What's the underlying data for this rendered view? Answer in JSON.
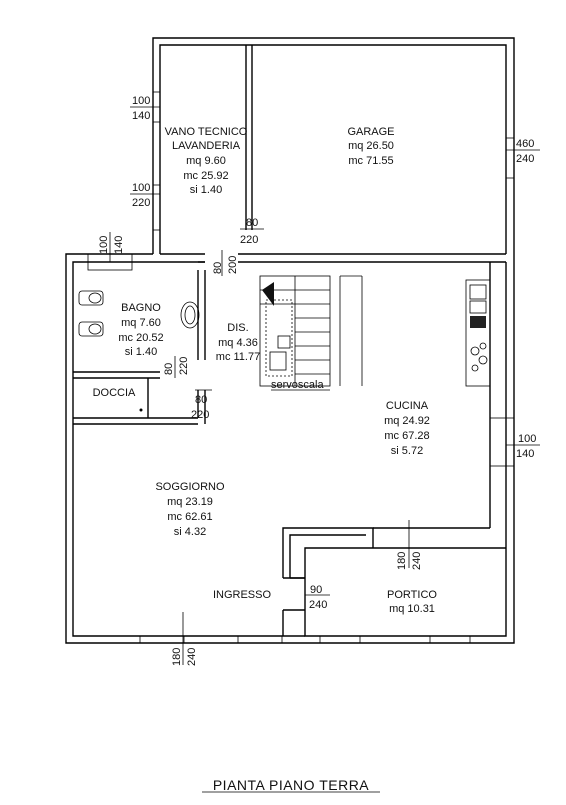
{
  "rooms": {
    "vano_tecnico": {
      "name1": "VANO TECNICO",
      "name2": "LAVANDERIA",
      "mq": "mq 9.60",
      "mc": "mc 25.92",
      "si": "si 1.40"
    },
    "garage": {
      "name": "GARAGE",
      "mq": "mq 26.50",
      "mc": "mc 71.55"
    },
    "bagno": {
      "name": "BAGNO",
      "mq": "mq 7.60",
      "mc": "mc 20.52",
      "si": "si 1.40"
    },
    "doccia": {
      "name": "DOCCIA"
    },
    "dis": {
      "name": "DIS.",
      "mq": "mq 4.36",
      "mc": "mc 11.77"
    },
    "cucina": {
      "name": "CUCINA",
      "mq": "mq 24.92",
      "mc": "mc 67.28",
      "si": "si 5.72"
    },
    "soggiorno": {
      "name": "SOGGIORNO",
      "mq": "mq 23.19",
      "mc": "mc 62.61",
      "si": "si 4.32"
    },
    "ingresso": {
      "name": "INGRESSO"
    },
    "portico": {
      "name": "PORTICO",
      "mq": "mq 10.31"
    }
  },
  "labels": {
    "servoscala": "servoscala"
  },
  "dims": {
    "w_vano_top_a": "100",
    "w_vano_top_b": "140",
    "w_vano_low_a": "100",
    "w_vano_low_b": "220",
    "d_vano_a": "80",
    "d_vano_b": "220",
    "w_garage_a": "460",
    "w_garage_b": "240",
    "w_bagno_a": "100",
    "w_bagno_b": "140",
    "d_dis_top_a": "80",
    "d_dis_top_b": "200",
    "d_bagno_a": "80",
    "d_bagno_b": "220",
    "d_doccia_a": "80",
    "d_doccia_b": "220",
    "w_cucina_a": "100",
    "w_cucina_b": "140",
    "d_cucina_a": "180",
    "d_cucina_b": "240",
    "d_ingresso_a": "90",
    "d_ingresso_b": "240",
    "d_front_a": "180",
    "d_front_b": "240"
  },
  "title": "PIANTA PIANO TERRA"
}
